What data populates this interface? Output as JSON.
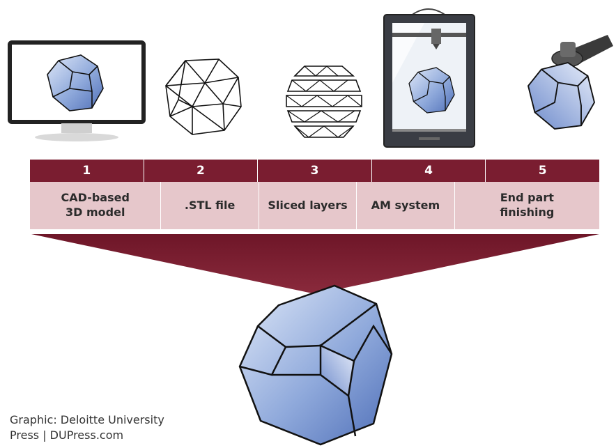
{
  "steps": [
    {
      "number": "1",
      "label": "CAD-based 3D model"
    },
    {
      "number": "2",
      "label": ".STL file"
    },
    {
      "number": "3",
      "label": "Sliced layers"
    },
    {
      "number": "4",
      "label": "AM system"
    },
    {
      "number": "5",
      "label": "End part finishing"
    }
  ],
  "credit": {
    "line1": "Graphic: Deloitte University",
    "line2": "Press | DUPress.com"
  },
  "colors": {
    "header": "#7a1d30",
    "label_bg": "#e6c7cb",
    "part_blue": "#6f8fcf"
  },
  "icons": [
    "monitor-icon",
    "wireframe-mesh-icon",
    "sliced-layers-icon",
    "3d-printer-icon",
    "angle-grinder-icon",
    "finished-part-icon"
  ]
}
